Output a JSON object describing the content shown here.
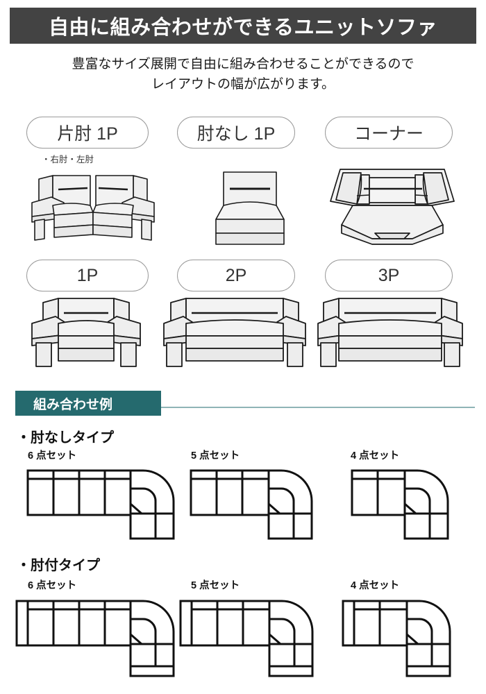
{
  "header": {
    "title": "自由に組み合わせができるユニットソファ",
    "lead_line1": "豊富なサイズ展開で自由に組み合わせることができるので",
    "lead_line2": "レイアウトの幅が広がります。",
    "bar_color": "#434343"
  },
  "units": {
    "row1": [
      {
        "label": "片肘 1P",
        "note": "・右肘・左肘",
        "icon": "armchair-one-arm-pair"
      },
      {
        "label": "肘なし 1P",
        "note": "",
        "icon": "armless-seat"
      },
      {
        "label": "コーナー",
        "note": "",
        "icon": "corner-unit"
      }
    ],
    "row2": [
      {
        "label": "1P",
        "note": "",
        "icon": "sofa-1p"
      },
      {
        "label": "2P",
        "note": "",
        "icon": "sofa-2p"
      },
      {
        "label": "3P",
        "note": "",
        "icon": "sofa-3p"
      }
    ]
  },
  "combination": {
    "banner_label": "組み合わせ例",
    "banner_color": "#256a6e",
    "rule_color": "#8fb4b6",
    "groups": [
      {
        "heading": "・肘なしタイプ",
        "sets": [
          {
            "label": "6 点セット",
            "seats": 4,
            "corner": 1,
            "tail": 1,
            "arms": false
          },
          {
            "label": "5 点セット",
            "seats": 3,
            "corner": 1,
            "tail": 1,
            "arms": false
          },
          {
            "label": "4 点セット",
            "seats": 2,
            "corner": 1,
            "tail": 1,
            "arms": false
          }
        ]
      },
      {
        "heading": "・肘付タイプ",
        "sets": [
          {
            "label": "6 点セット",
            "seats": 4,
            "corner": 1,
            "tail": 1,
            "arms": true
          },
          {
            "label": "5 点セット",
            "seats": 3,
            "corner": 1,
            "tail": 1,
            "arms": true
          },
          {
            "label": "4 点セット",
            "seats": 2,
            "corner": 1,
            "tail": 1,
            "arms": true
          }
        ]
      }
    ]
  },
  "colors": {
    "sofa_fill": "#eeeeee",
    "sofa_fill_light": "#f6f6f6",
    "sofa_stroke": "#1a1a1a",
    "pill_border": "#9a9a9a"
  }
}
